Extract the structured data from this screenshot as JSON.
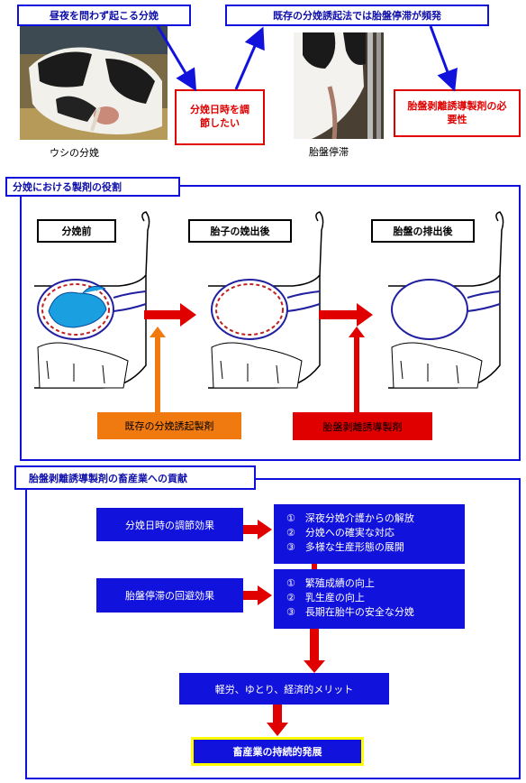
{
  "top": {
    "tag_left": "昼夜を問わず起こる分娩",
    "tag_right": "既存の分娩誘起法では胎盤停滞が頻発",
    "red_left": "分娩日時を調節したい",
    "red_right": "胎盤剥離誘導製剤の必要性",
    "caption_left": "ウシの分娩",
    "caption_right": "胎盤停滞"
  },
  "role": {
    "title": "分娩における製剤の役割",
    "stages": [
      "分娩前",
      "胎子の娩出後",
      "胎盤の排出後"
    ],
    "existing_drug": "既存の分娩誘起製剤",
    "new_drug": "胎盤剥離誘導製剤"
  },
  "contribution": {
    "title": "胎盤剥離誘導製剤の畜産業への貢献",
    "effect1": "分娩日時の調節効果",
    "effect2": "胎盤停滞の回避効果",
    "list1": [
      "①　深夜分娩介護からの解放",
      "②　分娩への確実な対応",
      "③　多様な生産形態の展開"
    ],
    "list2": [
      "①　繁殖成績の向上",
      "②　乳生産の向上",
      "③　長期在胎牛の安全な分娩"
    ],
    "merit": "軽労、ゆとり、経済的メリット",
    "goal": "畜産業の持続的発展"
  },
  "colors": {
    "blue": "#1212dd",
    "red": "#e00000",
    "orange": "#f07a10",
    "calf": "#1aa0e0",
    "goal_border": "#ffff00"
  }
}
